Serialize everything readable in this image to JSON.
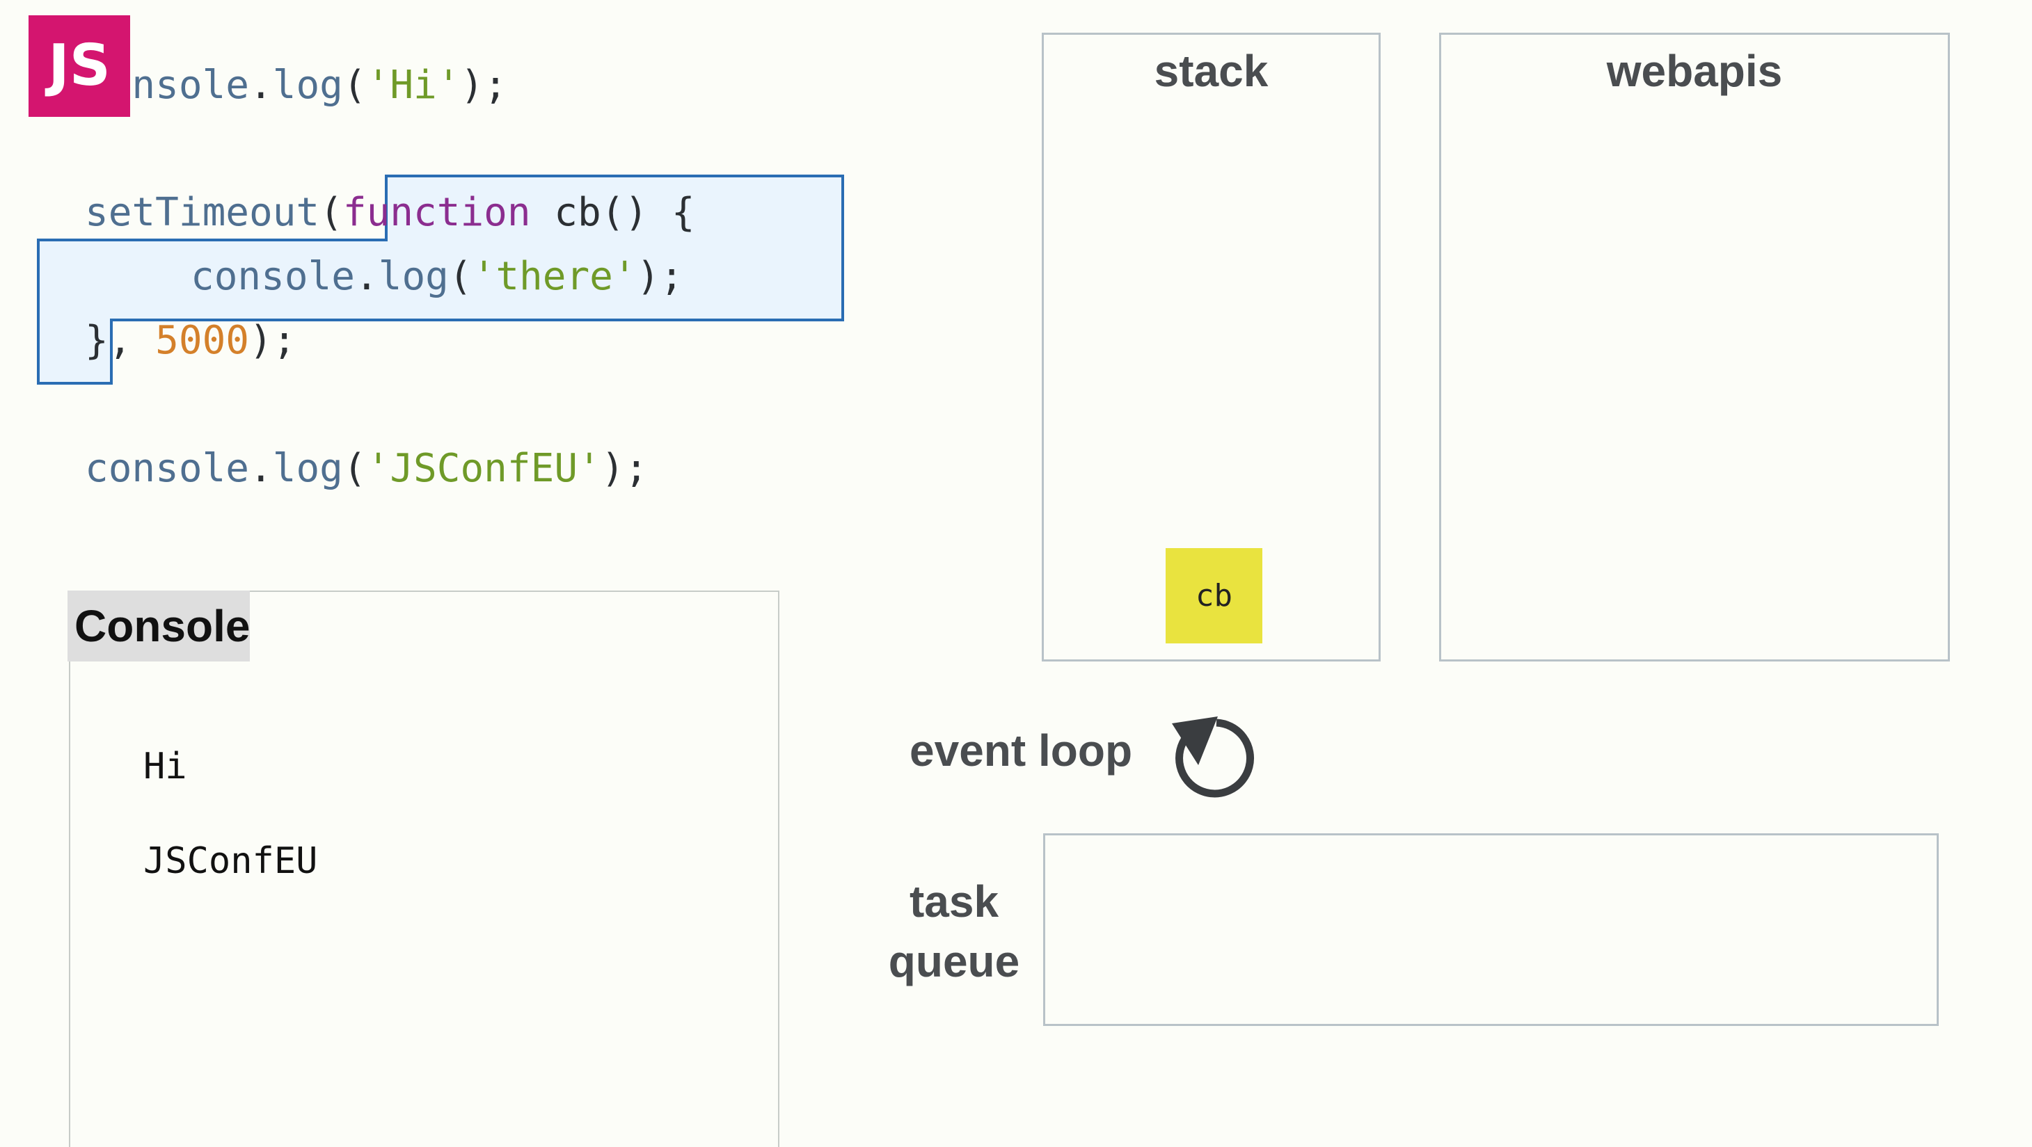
{
  "logo": {
    "text": "JS",
    "color": "#d4156f"
  },
  "code": {
    "line1": {
      "obj": "console",
      "dot": ".",
      "fn": "log",
      "open": "(",
      "arg": "'Hi'",
      "close": ");"
    },
    "line2": {
      "fn": "setTimeout",
      "open": "(",
      "kw": "function",
      "name": " cb() {"
    },
    "line3": {
      "obj": "console",
      "dot": ".",
      "fn": "log",
      "open": "(",
      "arg": "'there'",
      "close": ");"
    },
    "line4": {
      "brace": "}",
      "comma": ",",
      "num": "5000",
      "close": ");"
    },
    "line5": {
      "obj": "console",
      "dot": ".",
      "fn": "log",
      "open": "(",
      "arg": "'JSConfEU'",
      "close": ");"
    }
  },
  "console": {
    "title": "Console",
    "output": [
      "Hi",
      "JSConfEU"
    ]
  },
  "stack": {
    "title": "stack",
    "frames": [
      "cb"
    ]
  },
  "webapis": {
    "title": "webapis"
  },
  "event_loop": {
    "label": "event loop",
    "icon": "refresh-icon"
  },
  "task_queue": {
    "label_line1": "task",
    "label_line2": "queue"
  },
  "colors": {
    "highlight_border": "#2a6db3",
    "highlight_fill": "#eaf4fd",
    "stack_frame": "#e9e33f",
    "keyword": "#8b2d8f",
    "string": "#6f9a28",
    "number": "#d4802a",
    "identifier": "#4f6f90"
  }
}
